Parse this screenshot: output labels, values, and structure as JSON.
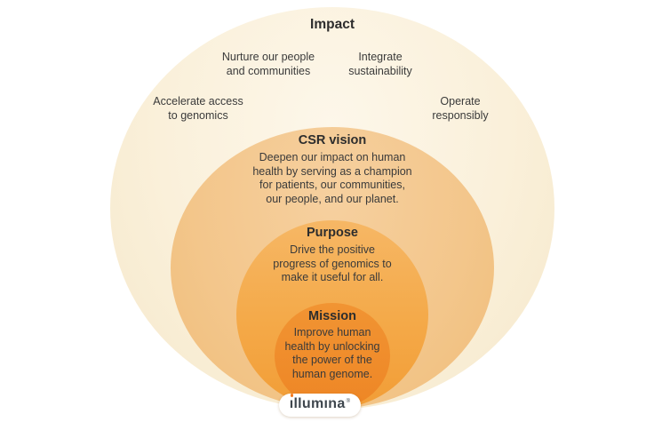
{
  "diagram_title": "Illumina CSR concentric rings",
  "colors": {
    "impact_ring": "#faf0da",
    "csr_ring": "#f3c68b",
    "purpose_ring": "#f4a948",
    "mission_ring": "#ef8c2a",
    "heading_text": "#2d2d2d",
    "body_text": "#3a3a3a",
    "logo_text": "#3f474e",
    "logo_dot": "#f47b20",
    "background": "#ffffff"
  },
  "impact": {
    "title": "Impact",
    "labels": {
      "nurture": "Nurture our people\nand communities",
      "integrate": "Integrate\nsustainability",
      "accelerate": "Accelerate access\nto genomics",
      "operate": "Operate\nresponsibly"
    }
  },
  "csr": {
    "title": "CSR vision",
    "body": "Deepen our impact on human\nhealth by serving as a champion\nfor patients, our communities,\nour people, and our planet."
  },
  "purpose": {
    "title": "Purpose",
    "body": "Drive the positive\nprogress of genomics to\nmake it useful for all."
  },
  "mission": {
    "title": "Mission",
    "body": "Improve human\nhealth by unlocking\nthe power of the\nhuman genome."
  },
  "logo": {
    "full_name": "illumina",
    "first_letter": "ı",
    "middle": "llum",
    "rest": "ına",
    "registered_mark": "®"
  }
}
